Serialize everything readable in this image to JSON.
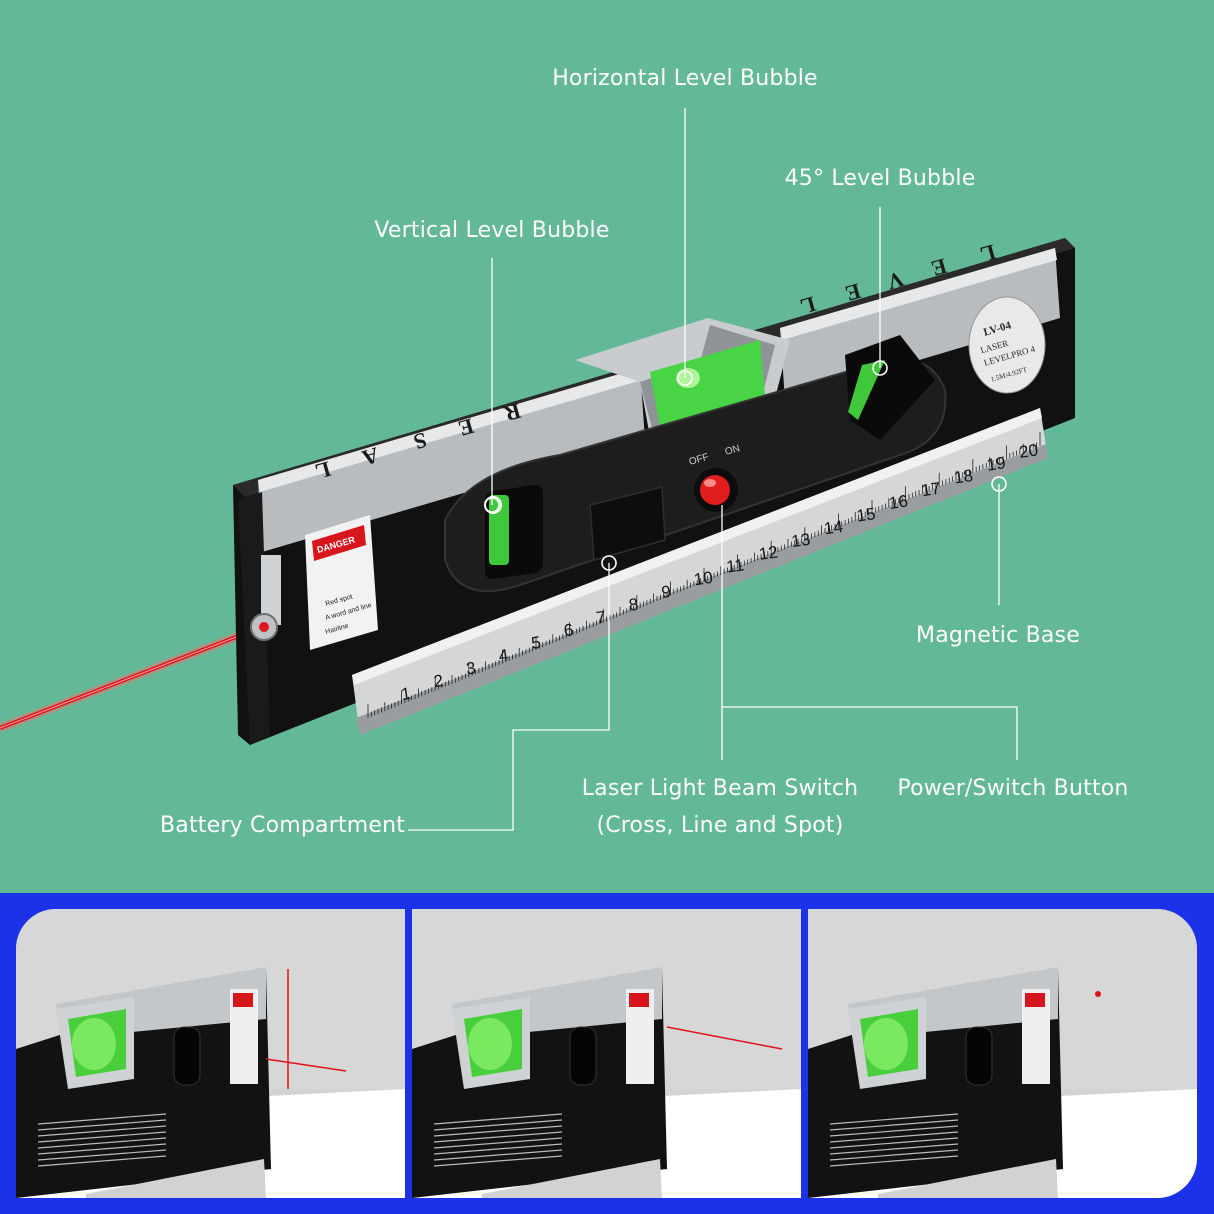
{
  "callouts": {
    "horizontal_bubble": "Horizontal Level Bubble",
    "degree45_bubble": "45° Level Bubble",
    "vertical_bubble": "Vertical Level Bubble",
    "magnetic_base": "Magnetic Base",
    "laser_switch_line1": "Laser Light Beam Switch",
    "laser_switch_line2": "(Cross, Line and Spot)",
    "power_button": "Power/Switch Button",
    "battery": "Battery Compartment"
  },
  "device": {
    "top_lettering": [
      "L",
      "A",
      "S",
      "E",
      "R",
      "L",
      "E",
      "V",
      "E",
      "L"
    ],
    "switch_off": "OFF",
    "switch_on": "ON",
    "badge_model": "LV-04",
    "badge_line1": "LASER",
    "badge_line2": "LEVELPRO 4",
    "badge_line3": "1.5M/4.92FT",
    "danger": "DANGER",
    "danger_items": [
      "Red spot",
      "A word and line",
      "Hairline"
    ],
    "ruler_numbers": [
      "1",
      "2",
      "3",
      "4",
      "5",
      "6",
      "7",
      "8",
      "9",
      "10",
      "11",
      "12",
      "13",
      "14",
      "15",
      "16",
      "17",
      "18",
      "19",
      "20"
    ]
  },
  "colors": {
    "background_green": "#63b997",
    "bottom_blue": "#1b32e8",
    "laser_red": "#e0141b",
    "bubble_green": "#4fd23a",
    "device_black": "#141414"
  },
  "modes": [
    {
      "name": "cross"
    },
    {
      "name": "line"
    },
    {
      "name": "spot"
    }
  ]
}
